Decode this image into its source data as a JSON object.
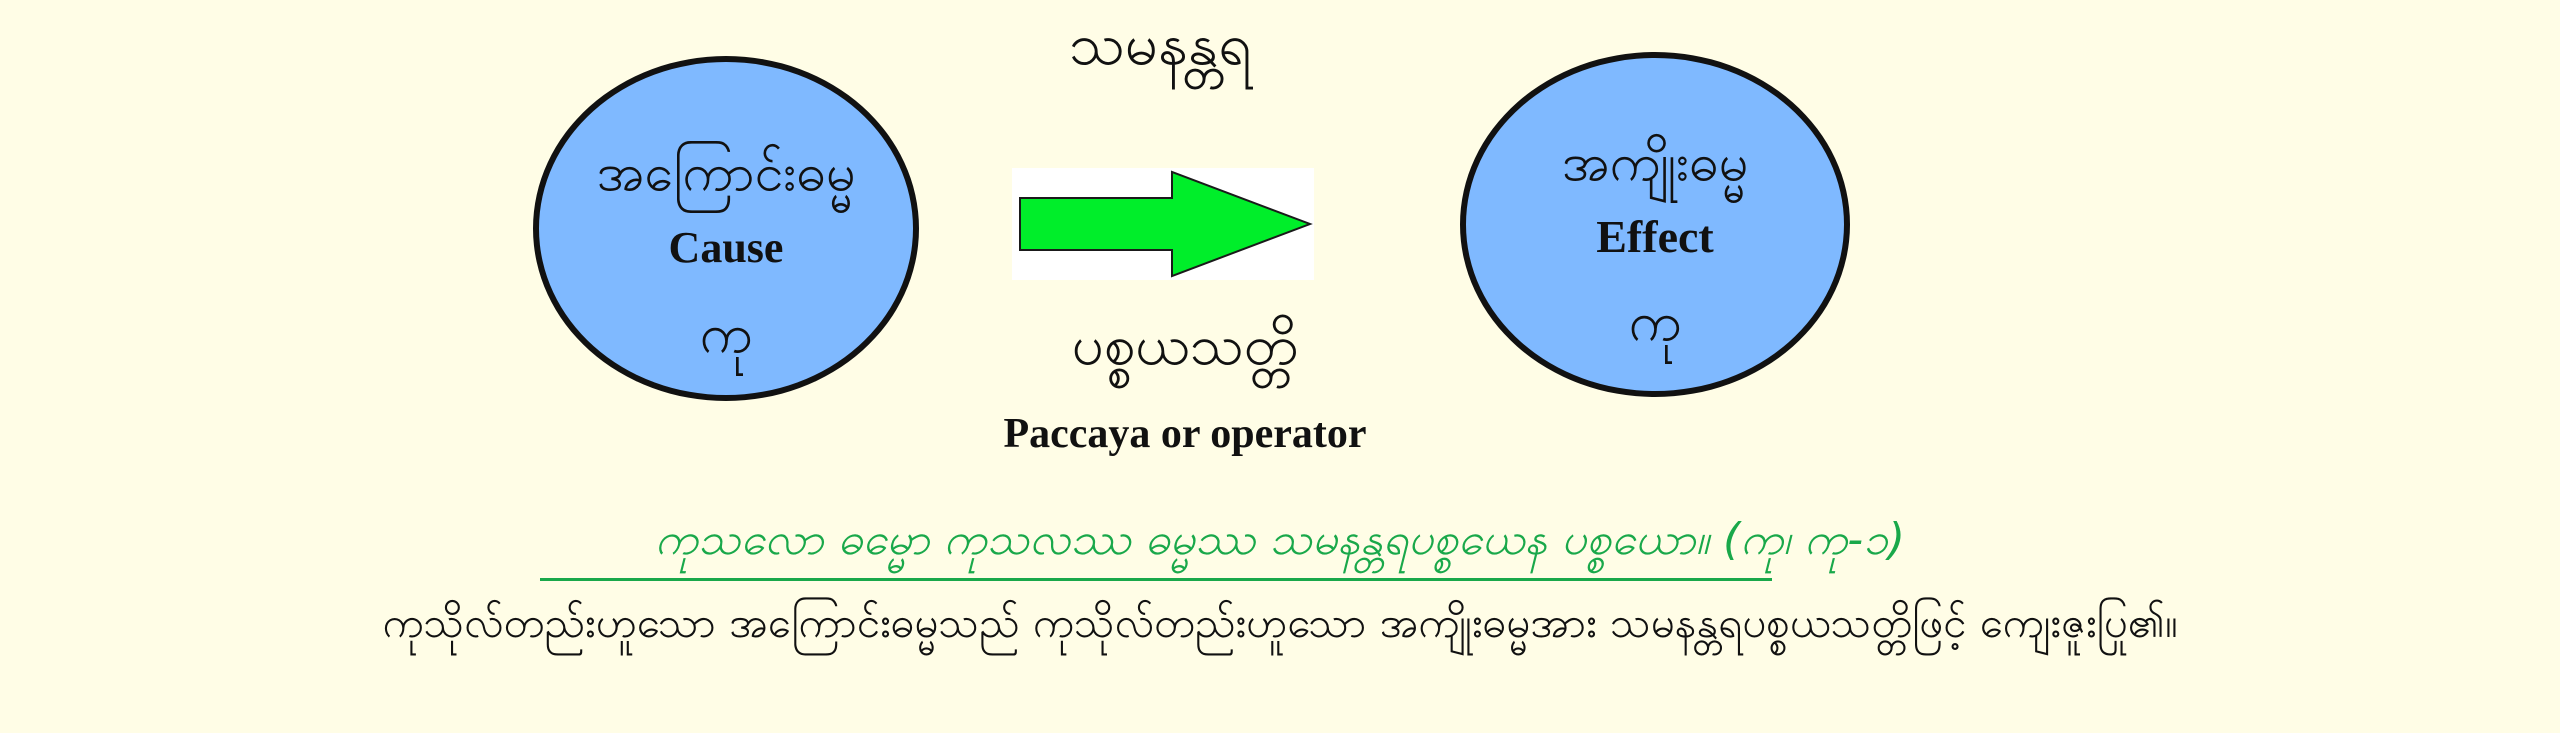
{
  "diagram": {
    "top_label": "သမနန္တရ",
    "cause": {
      "myanmar": "အကြောင်းဓမ္မ",
      "english": "Cause",
      "ku": "ကု"
    },
    "effect": {
      "myanmar": "အကျိုးဓမ္မ",
      "english": "Effect",
      "ku": "ကု"
    },
    "operator": {
      "myanmar": "ပစ္စယသတ္တိ",
      "english": "Paccaya or operator"
    },
    "colors": {
      "background": "#fffde6",
      "circle_fill": "#7fb9ff",
      "arrow_fill": "#00ee2a",
      "pali_text": "#19a84a"
    }
  },
  "text": {
    "pali_line": "ကုသလော ဓမ္မော ကုသလဿ ဓမ္မဿ သမနန္တရပစ္စယေန ပစ္စယော။ (ကု၊ ကု-၁)",
    "translation": "ကုသိုလ်တည်းဟူသော အကြောင်းဓမ္မသည် ကုသိုလ်တည်းဟူသော အကျိုးဓမ္မအား သမနန္တရပစ္စယသတ္တိဖြင့် ကျေးဇူးပြု၏။"
  }
}
